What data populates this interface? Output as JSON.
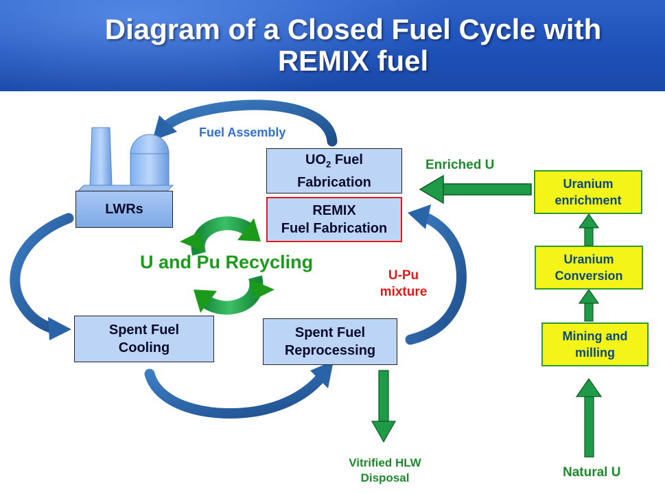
{
  "title": {
    "line1": "Diagram of a Closed Fuel Cycle with",
    "line2": "REMIX fuel"
  },
  "nodes": {
    "lwrs": "LWRs",
    "uo2_prefix": "UO",
    "uo2_subscript": "2",
    "uo2_suffix": " Fuel",
    "uo2_line2": "Fabrication",
    "remix_line1": "REMIX",
    "remix_line2": "Fuel Fabrication",
    "spent_cooling_line1": "Spent Fuel",
    "spent_cooling_line2": "Cooling",
    "spent_reproc_line1": "Spent Fuel",
    "spent_reproc_line2": "Reprocessing",
    "enrichment_line1": "Uranium",
    "enrichment_line2": "enrichment",
    "conversion_line1": "Uranium",
    "conversion_line2": "Conversion",
    "mining_line1": "Mining and",
    "mining_line2": "milling"
  },
  "labels": {
    "fuel_assembly": "Fuel Assembly",
    "enriched_u": "Enriched U",
    "recycling": "U and Pu Recycling",
    "upu_line1": "U-Pu",
    "upu_line2": "mixture",
    "vitrified_line1": "Vitrified HLW",
    "vitrified_line2": "Disposal",
    "natural_u": "Natural U"
  },
  "colors": {
    "header_blue": "#1d4fb6",
    "node_fill": "#bcd4f5",
    "remix_border": "#e11a1a",
    "yellow_fill": "#f4f418",
    "green_arrow": "#1f9a46",
    "blue_arrow": "#2a64a8",
    "recycle_green": "#1c9a1c"
  },
  "icons": [
    "power-plant-icon",
    "recycle-arrows-icon"
  ]
}
